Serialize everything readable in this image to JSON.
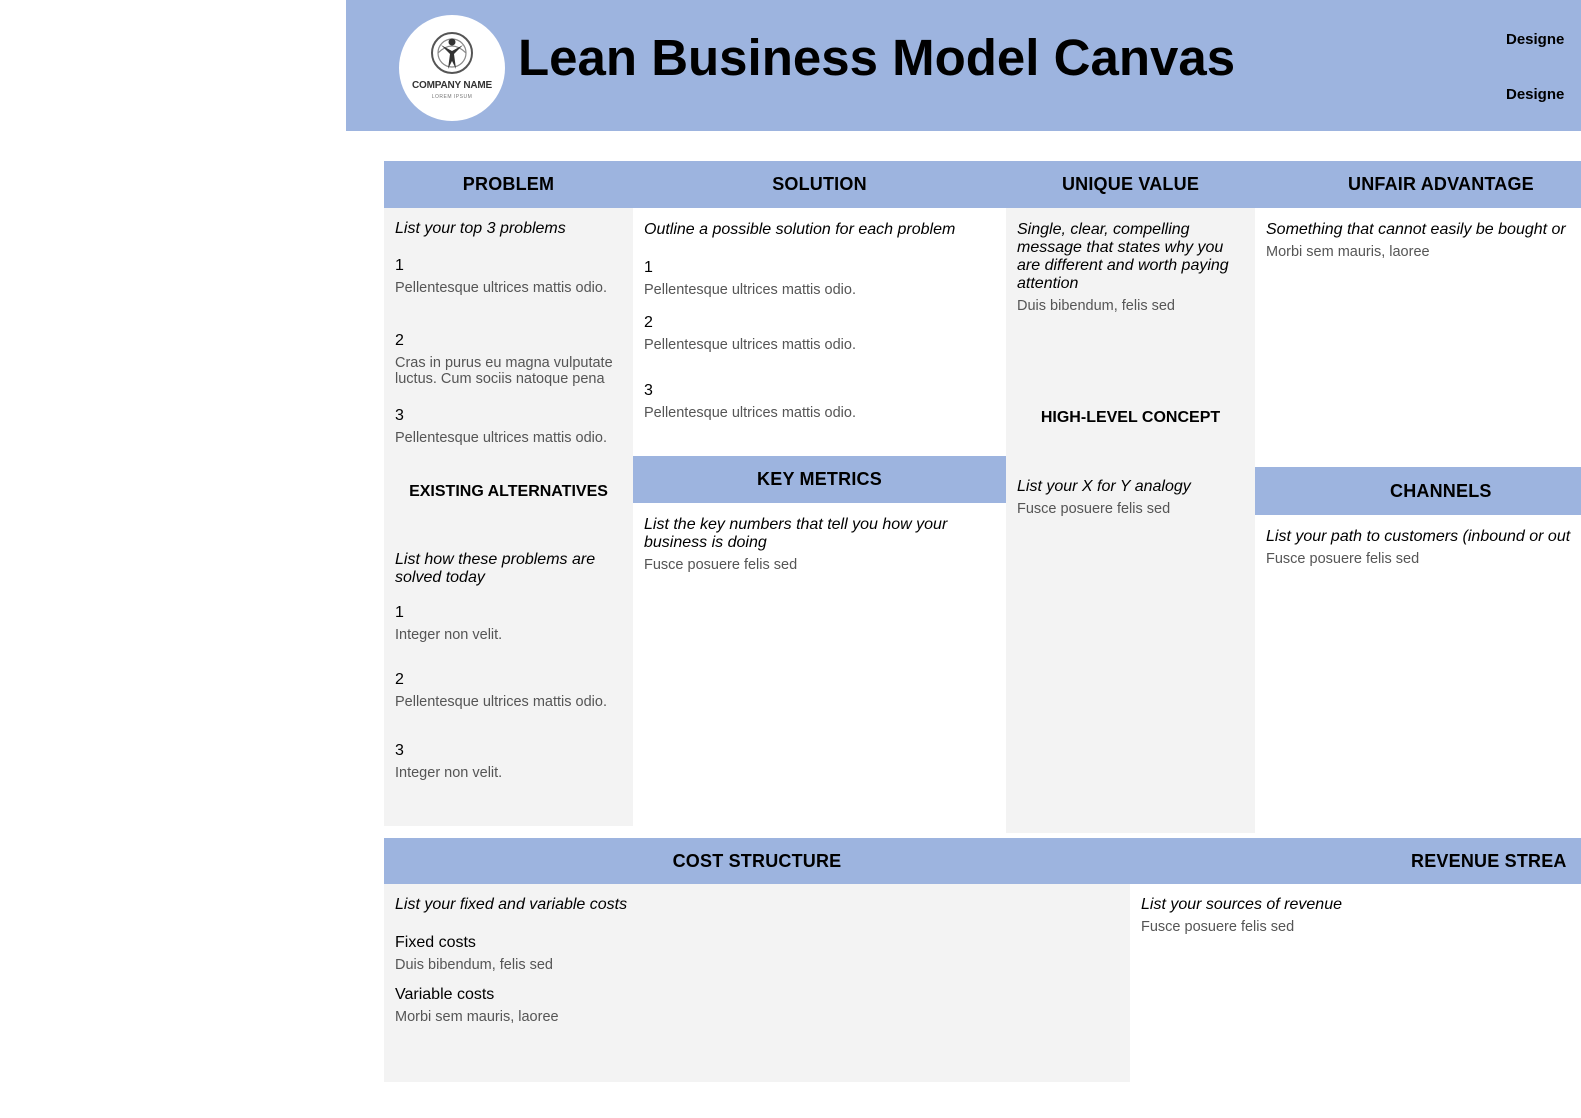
{
  "header": {
    "title": "Lean Business Model Canvas",
    "designed_for_label": "Designe",
    "designed_by_label": "Designe",
    "logo": {
      "company_name": "COMPANY NAME",
      "tagline": "LOREM IPSUM",
      "icon": "person-globe-icon"
    }
  },
  "colors": {
    "header_bg": "#9db4df",
    "panel_grey": "#f3f3f3",
    "body_text": "#555555"
  },
  "problem": {
    "title": "PROBLEM",
    "prompt": "List your top 3 problems",
    "items": [
      {
        "num": "1",
        "text": "Pellentesque ultrices mattis odio."
      },
      {
        "num": "2",
        "text": "Cras in purus eu magna vulputate luctus. Cum sociis natoque pena"
      },
      {
        "num": "3",
        "text": "Pellentesque ultrices mattis odio."
      }
    ],
    "alternatives": {
      "title": "EXISTING ALTERNATIVES",
      "prompt": "List how these problems are solved today",
      "items": [
        {
          "num": "1",
          "text": "Integer non velit."
        },
        {
          "num": "2",
          "text": "Pellentesque ultrices mattis odio."
        },
        {
          "num": "3",
          "text": "Integer non velit."
        }
      ]
    }
  },
  "solution": {
    "title": "SOLUTION",
    "prompt": "Outline a possible solution for each problem",
    "items": [
      {
        "num": "1",
        "text": "Pellentesque ultrices mattis odio."
      },
      {
        "num": "2",
        "text": "Pellentesque ultrices mattis odio."
      },
      {
        "num": "3",
        "text": "Pellentesque ultrices mattis odio."
      }
    ]
  },
  "key_metrics": {
    "title": "KEY METRICS",
    "prompt": "List the key numbers that tell you how your business is doing",
    "text": "Fusce posuere felis sed"
  },
  "unique_value": {
    "title": "UNIQUE VALUE",
    "prompt": "Single, clear, compelling message that states why you are different and worth paying attention",
    "text": "Duis bibendum, felis sed",
    "concept": {
      "title": "HIGH-LEVEL CONCEPT",
      "prompt": "List your X for Y analogy",
      "text": "Fusce posuere felis sed"
    }
  },
  "unfair_advantage": {
    "title": "UNFAIR ADVANTAGE",
    "prompt": "Something that cannot easily be bought or",
    "text": "Morbi sem mauris, laoree"
  },
  "channels": {
    "title": "CHANNELS",
    "prompt": "List your path to customers (inbound or out",
    "text": "Fusce posuere felis sed"
  },
  "cost_structure": {
    "title": "COST STRUCTURE",
    "prompt": "List your fixed and variable costs",
    "fixed_label": "Fixed costs",
    "fixed_text": "Duis bibendum, felis sed",
    "variable_label": "Variable costs",
    "variable_text": "Morbi sem mauris, laoree"
  },
  "revenue_streams": {
    "title": "REVENUE STREA",
    "prompt": "List your sources of revenue",
    "text": "Fusce posuere felis sed"
  }
}
